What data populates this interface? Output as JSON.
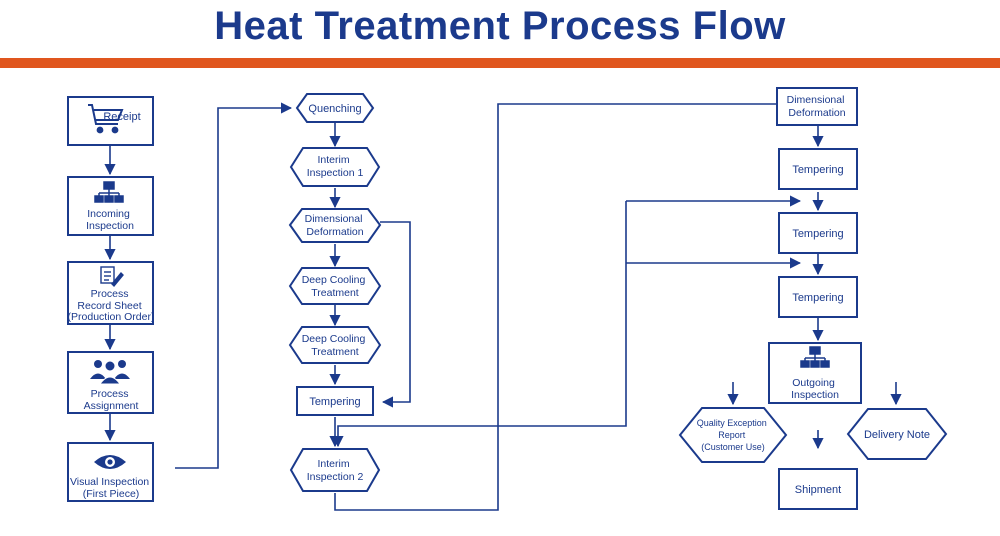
{
  "title": "Heat Treatment Process Flow",
  "colors": {
    "primary": "#1b3a8c",
    "accent": "#e0561e",
    "background": "#ffffff"
  },
  "left_column": [
    {
      "id": "receipt",
      "lines": [
        "Receipt"
      ],
      "icon": "shopping-cart-icon"
    },
    {
      "id": "incoming",
      "lines": [
        "Incoming",
        "Inspection"
      ],
      "icon": "org-chart-icon"
    },
    {
      "id": "record",
      "lines": [
        "Process",
        "Record Sheet",
        "(Production Order)"
      ],
      "icon": "document-edit-icon"
    },
    {
      "id": "assignment",
      "lines": [
        "Process",
        "Assignment"
      ],
      "icon": "people-group-icon"
    },
    {
      "id": "visual",
      "lines": [
        "Visual Inspection",
        "(First Piece)"
      ],
      "icon": "eye-icon"
    }
  ],
  "middle_column": [
    {
      "id": "quenching",
      "lines": [
        "Quenching"
      ]
    },
    {
      "id": "interim1",
      "lines": [
        "Interim",
        "Inspection 1"
      ]
    },
    {
      "id": "dimdef1",
      "lines": [
        "Dimensional",
        "Deformation"
      ]
    },
    {
      "id": "deepcool1",
      "lines": [
        "Deep Cooling",
        "Treatment"
      ]
    },
    {
      "id": "deepcool2",
      "lines": [
        "Deep Cooling",
        "Treatment"
      ]
    },
    {
      "id": "tempering_mid",
      "lines": [
        "Tempering"
      ]
    },
    {
      "id": "interim2",
      "lines": [
        "Interim",
        "Inspection 2"
      ]
    }
  ],
  "right_column": [
    {
      "id": "dimdef2",
      "lines": [
        "Dimensional",
        "Deformation"
      ]
    },
    {
      "id": "temper1",
      "lines": [
        "Tempering"
      ]
    },
    {
      "id": "temper2",
      "lines": [
        "Tempering"
      ]
    },
    {
      "id": "temper3",
      "lines": [
        "Tempering"
      ]
    },
    {
      "id": "outgoing",
      "lines": [
        "Outgoing",
        "Inspection"
      ],
      "icon": "org-chart-icon"
    },
    {
      "id": "quality",
      "lines": [
        "Quality Exception",
        "Report",
        "(Customer Use)"
      ]
    },
    {
      "id": "delivery",
      "lines": [
        "Delivery Note"
      ]
    },
    {
      "id": "shipment",
      "lines": [
        "Shipment"
      ]
    }
  ]
}
